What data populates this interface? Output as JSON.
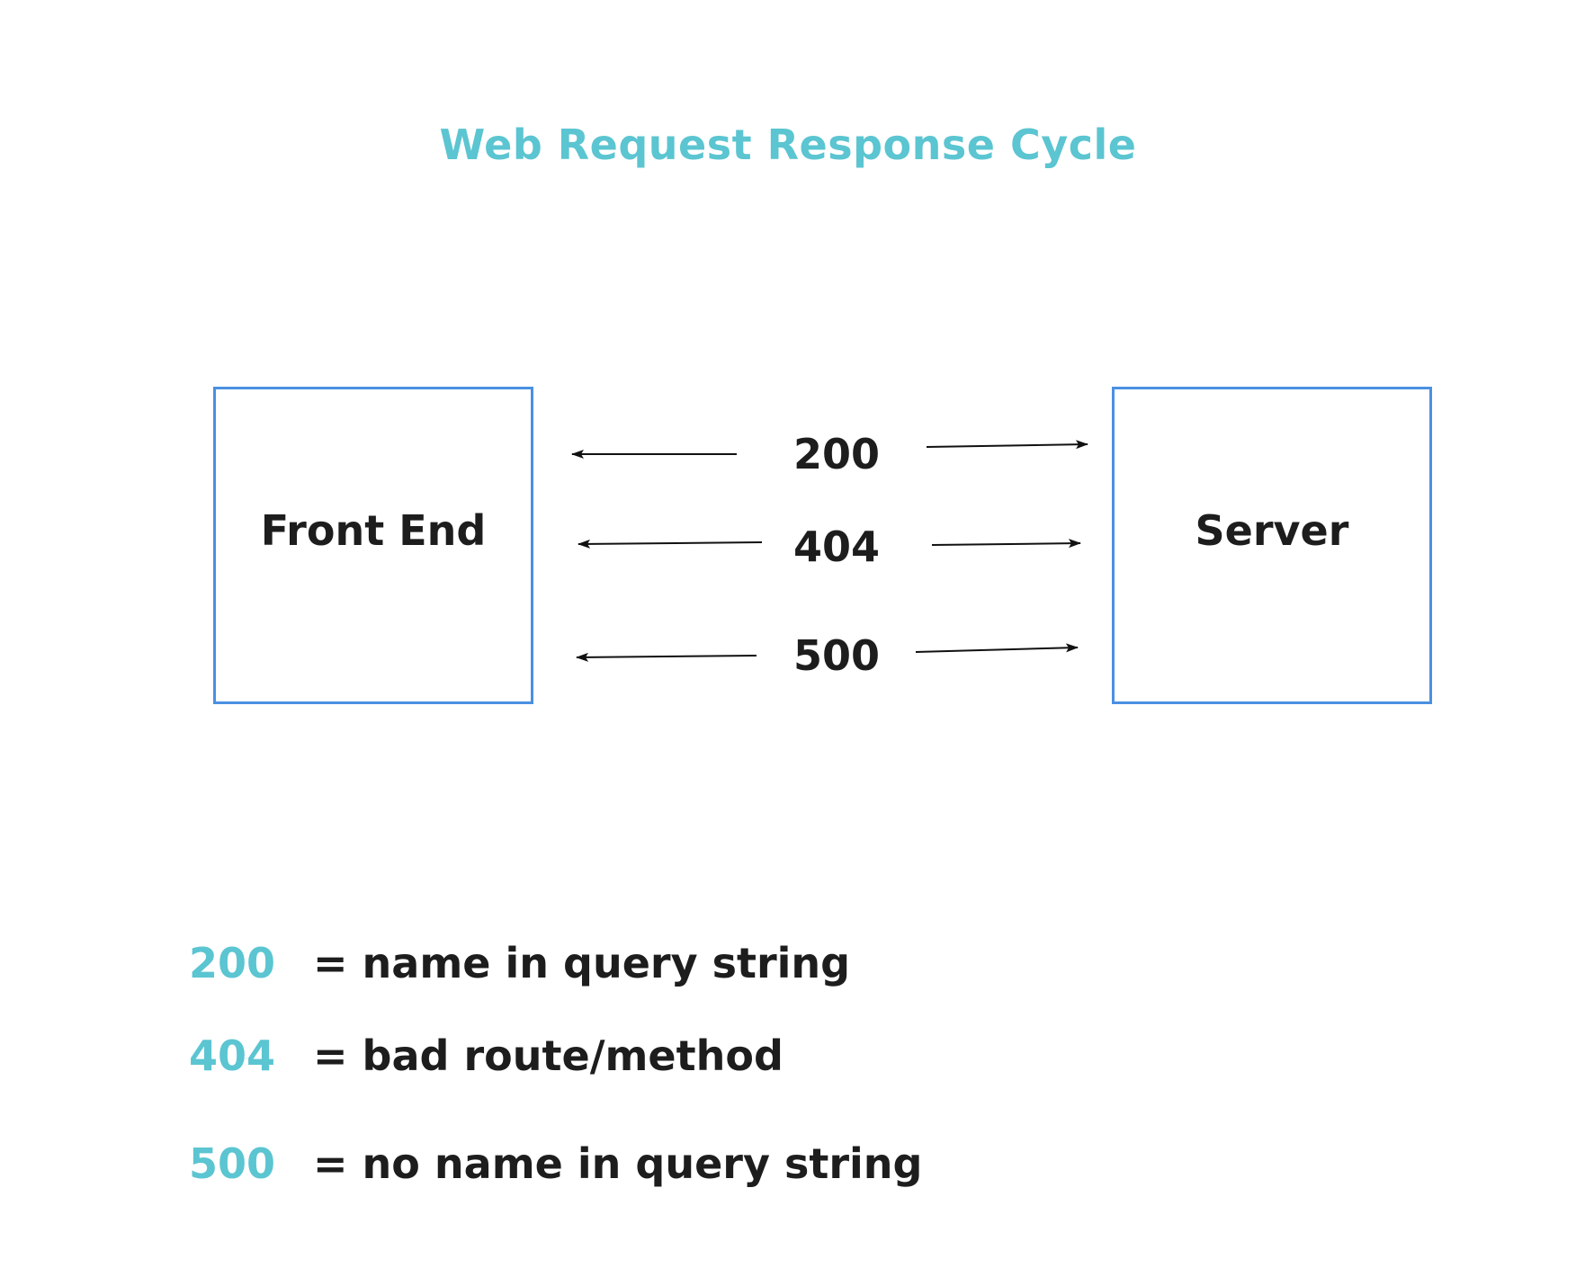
{
  "colors": {
    "accent": "#5bc5d1",
    "box_border": "#4a90e2",
    "text": "#1d1d1d",
    "arrow": "#111111"
  },
  "title": "Web Request Response Cycle",
  "nodes": {
    "front_end": "Front End",
    "server": "Server"
  },
  "status_codes": [
    "200",
    "404",
    "500"
  ],
  "legend": [
    {
      "code": "200",
      "description": "= name in query string"
    },
    {
      "code": "404",
      "description": "= bad route/method"
    },
    {
      "code": "500",
      "description": "= no name in query string"
    }
  ]
}
